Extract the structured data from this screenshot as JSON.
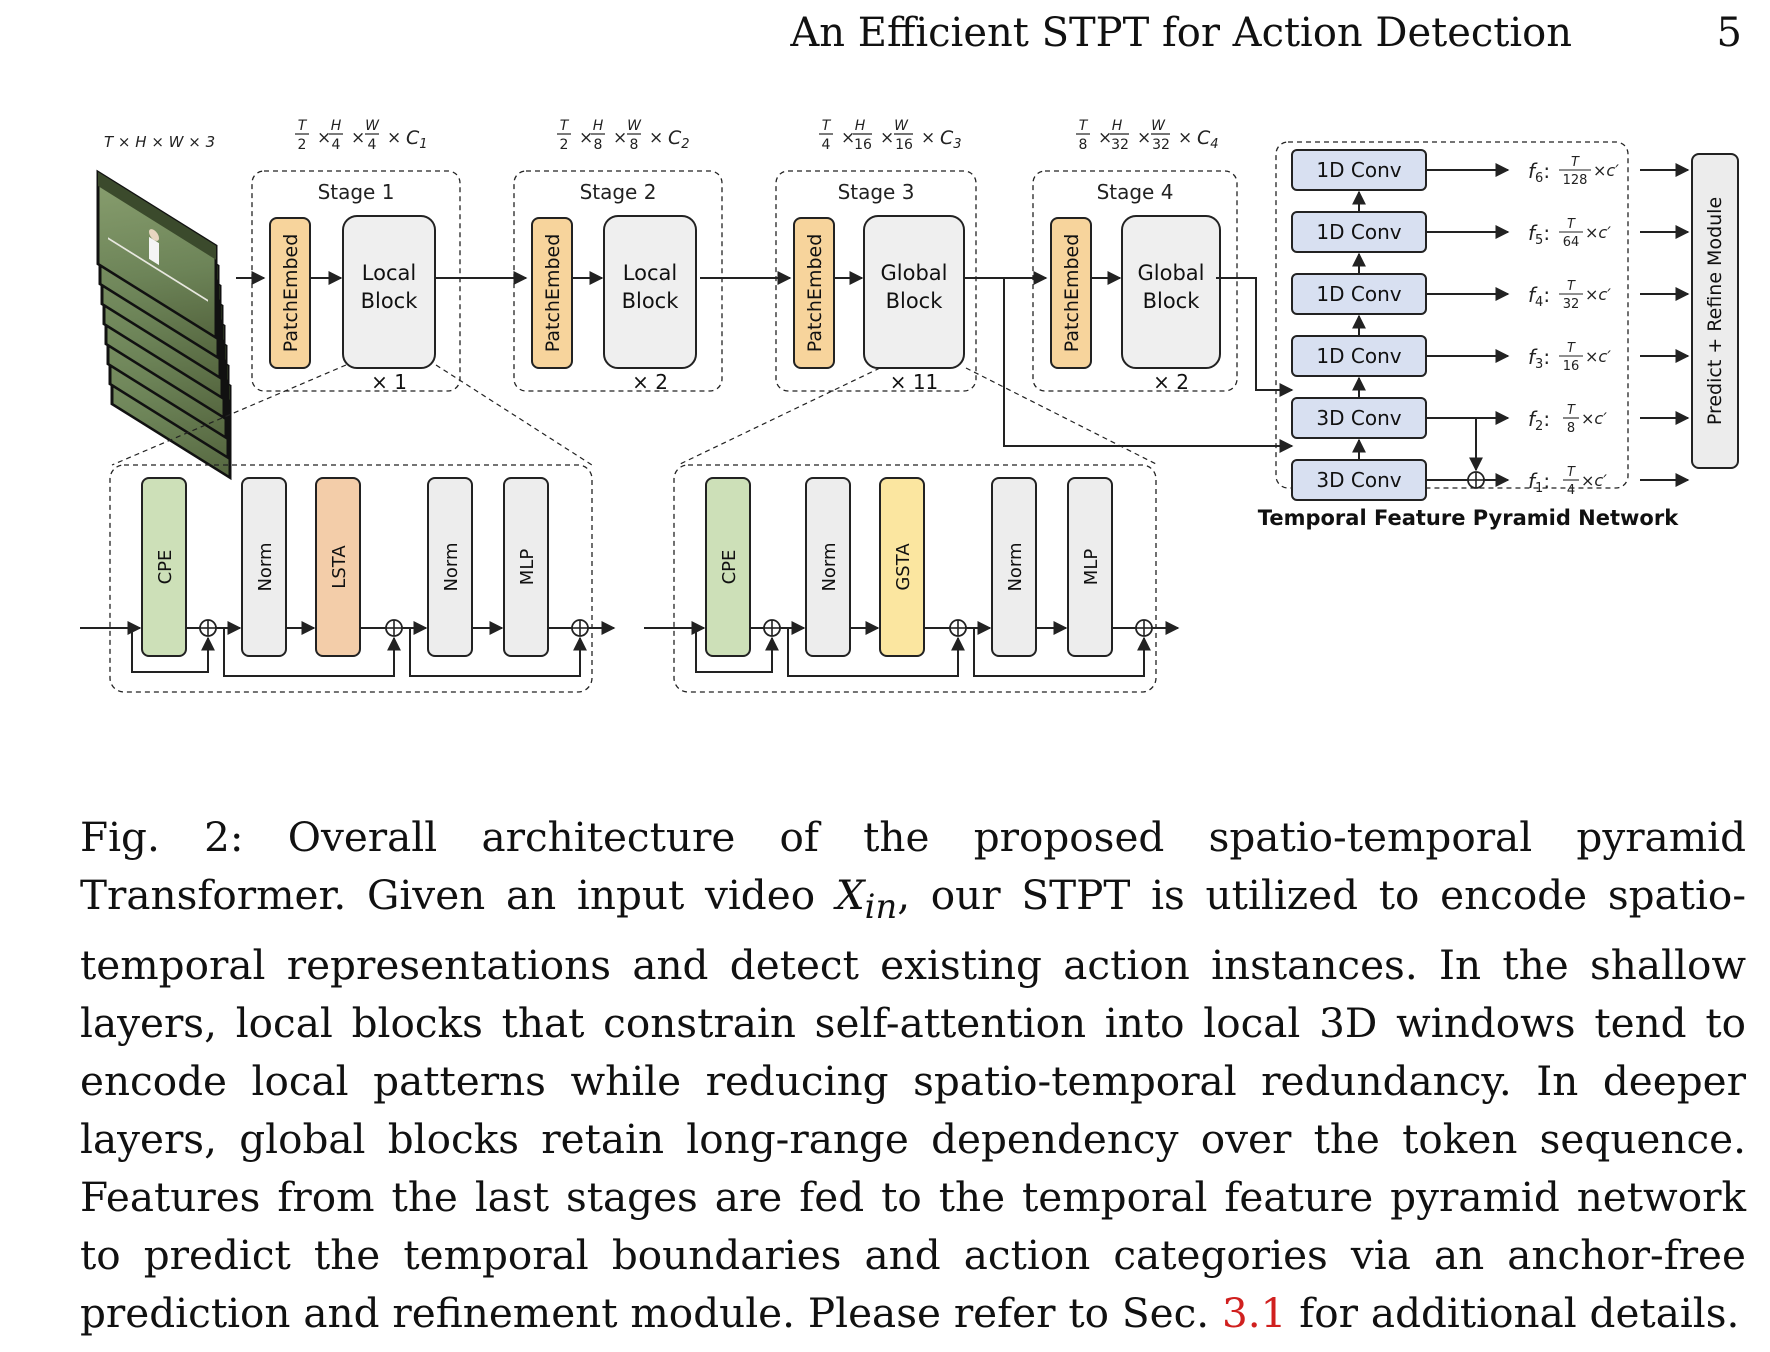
{
  "header": {
    "title": "An Efficient STPT for Action Detection",
    "page_number": "5"
  },
  "figure": {
    "input_label": "T × H × W × 3",
    "stages": [
      {
        "name": "Stage 1",
        "block": [
          "Local",
          "Block"
        ],
        "repeat": "× 1",
        "patch": "PatchEmbed",
        "dims": {
          "t": "T",
          "tden": "2",
          "h": "H",
          "hden": "4",
          "w": "W",
          "wden": "4",
          "c": "C",
          "csub": "1"
        }
      },
      {
        "name": "Stage 2",
        "block": [
          "Local",
          "Block"
        ],
        "repeat": "× 2",
        "patch": "PatchEmbed",
        "dims": {
          "t": "T",
          "tden": "2",
          "h": "H",
          "hden": "8",
          "w": "W",
          "wden": "8",
          "c": "C",
          "csub": "2"
        }
      },
      {
        "name": "Stage 3",
        "block": [
          "Global",
          "Block"
        ],
        "repeat": "× 11",
        "patch": "PatchEmbed",
        "dims": {
          "t": "T",
          "tden": "4",
          "h": "H",
          "hden": "16",
          "w": "W",
          "wden": "16",
          "c": "C",
          "csub": "3"
        }
      },
      {
        "name": "Stage 4",
        "block": [
          "Global",
          "Block"
        ],
        "repeat": "× 2",
        "patch": "PatchEmbed",
        "dims": {
          "t": "T",
          "tden": "8",
          "h": "H",
          "hden": "32",
          "w": "W",
          "wden": "32",
          "c": "C",
          "csub": "4"
        }
      }
    ],
    "local_block": [
      "CPE",
      "Norm",
      "LSTA",
      "Norm",
      "MLP"
    ],
    "global_block": [
      "CPE",
      "Norm",
      "GSTA",
      "Norm",
      "MLP"
    ],
    "tfpn": {
      "title": "Temporal Feature Pyramid Network",
      "conv_1d": "1D Conv",
      "conv_3d": "3D Conv",
      "outputs": [
        {
          "f": "f",
          "sub": "6",
          "den": "128"
        },
        {
          "f": "f",
          "sub": "5",
          "den": "64"
        },
        {
          "f": "f",
          "sub": "4",
          "den": "32"
        },
        {
          "f": "f",
          "sub": "3",
          "den": "16"
        },
        {
          "f": "f",
          "sub": "2",
          "den": "8"
        },
        {
          "f": "f",
          "sub": "1",
          "den": "4"
        }
      ],
      "T": "T",
      "cprime": "×c′",
      "predict": "Predict + Refine Module"
    },
    "colors": {
      "patch": "#f7d49c",
      "block": "#efefef",
      "cpe": "#cde0b8",
      "lsta": "#f3cda9",
      "gsta": "#fbe6a0",
      "conv": "#d8e0f1",
      "norm": "#ededed",
      "stroke": "#222222"
    }
  },
  "caption": {
    "prefix": "Fig. 2: Overall architecture of the proposed spatio-temporal pyramid Transformer. Given an input video ",
    "var": "X",
    "var_sub": "in",
    "mid": ", our STPT is utilized to encode spatio-temporal representations and detect existing action instances. In the shallow layers, local blocks that constrain self-attention into local 3D windows tend to encode local patterns while reducing spatio-temporal redundancy. In deeper layers, global blocks retain long-range dependency over the token sequence. Features from the last stages are fed to the temporal feature pyramid network to predict the temporal boundaries and action categories via an anchor-free prediction and refinement module. Please refer to Sec. ",
    "ref": "3.1",
    "suffix": " for additional details."
  }
}
